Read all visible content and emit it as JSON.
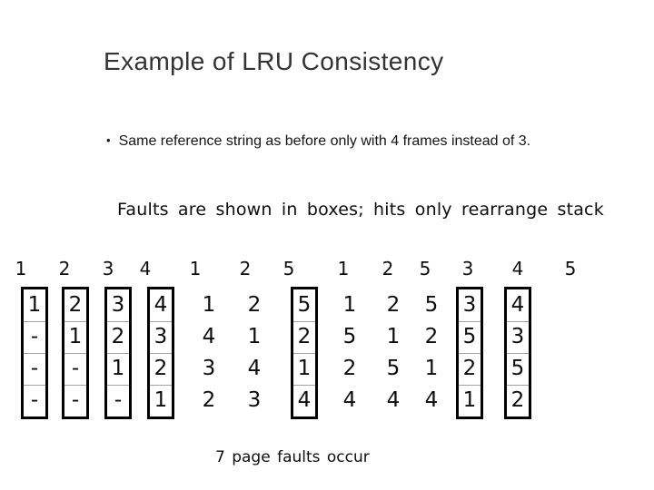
{
  "title": "Example of LRU Consistency",
  "bullet": {
    "glyph": "•",
    "text": "Same reference string as before only with 4 frames instead of 3."
  },
  "faults_note": "Faults are shown in boxes; hits only rearrange stack",
  "summary": "7 page faults occur",
  "page_fault_count": 7,
  "reference_string": [
    "1",
    "2",
    "3",
    "4",
    "1",
    "2",
    "5",
    "1",
    "2",
    "5",
    "3",
    "4",
    "5"
  ],
  "columns": [
    {
      "ref": "1",
      "boxed": true,
      "cells": [
        "1",
        "-",
        "-",
        "-"
      ]
    },
    {
      "ref": "2",
      "boxed": true,
      "cells": [
        "2",
        "1",
        "-",
        "-"
      ]
    },
    {
      "ref": "3",
      "boxed": true,
      "cells": [
        "3",
        "2",
        "1",
        "-"
      ]
    },
    {
      "ref": "4",
      "boxed": true,
      "cells": [
        "4",
        "3",
        "2",
        "1"
      ]
    },
    {
      "ref": "1",
      "boxed": false,
      "cells": [
        "1",
        "4",
        "3",
        "2"
      ]
    },
    {
      "ref": "2",
      "boxed": false,
      "cells": [
        "2",
        "1",
        "4",
        "3"
      ]
    },
    {
      "ref": "5",
      "boxed": true,
      "cells": [
        "5",
        "2",
        "1",
        "4"
      ]
    },
    {
      "ref": "1",
      "boxed": false,
      "cells": [
        "1",
        "5",
        "2",
        "4"
      ]
    },
    {
      "ref": "2",
      "boxed": false,
      "cells": [
        "2",
        "1",
        "5",
        "4"
      ]
    },
    {
      "ref": "5",
      "boxed": false,
      "cells": [
        "5",
        "2",
        "1",
        "4"
      ]
    },
    {
      "ref": "3",
      "boxed": true,
      "cells": [
        "3",
        "5",
        "2",
        "1"
      ]
    },
    {
      "ref": "4",
      "boxed": true,
      "cells": [
        "4",
        "3",
        "5",
        "2"
      ]
    }
  ],
  "colors": {
    "background": "#ffffff",
    "text": "#0d0d0d",
    "box_border": "#000000",
    "cell_divider": "#a3a3a3"
  }
}
